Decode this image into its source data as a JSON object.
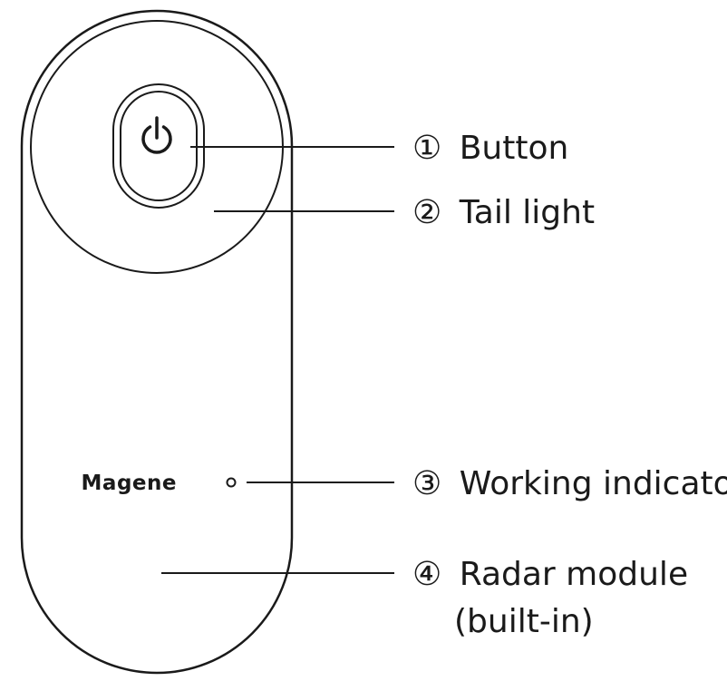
{
  "brand": {
    "logo_text": "Magene"
  },
  "callouts": [
    {
      "marker": "①",
      "label": "Button"
    },
    {
      "marker": "②",
      "label": "Tail light"
    },
    {
      "marker": "③",
      "label": "Working indicator"
    },
    {
      "marker": "④",
      "label": "Radar module",
      "label_line2": "(built-in)"
    }
  ],
  "icons": [
    "power-icon",
    "indicator-led-icon"
  ],
  "colors": {
    "stroke": "#1a1a1a",
    "background": "#ffffff"
  }
}
